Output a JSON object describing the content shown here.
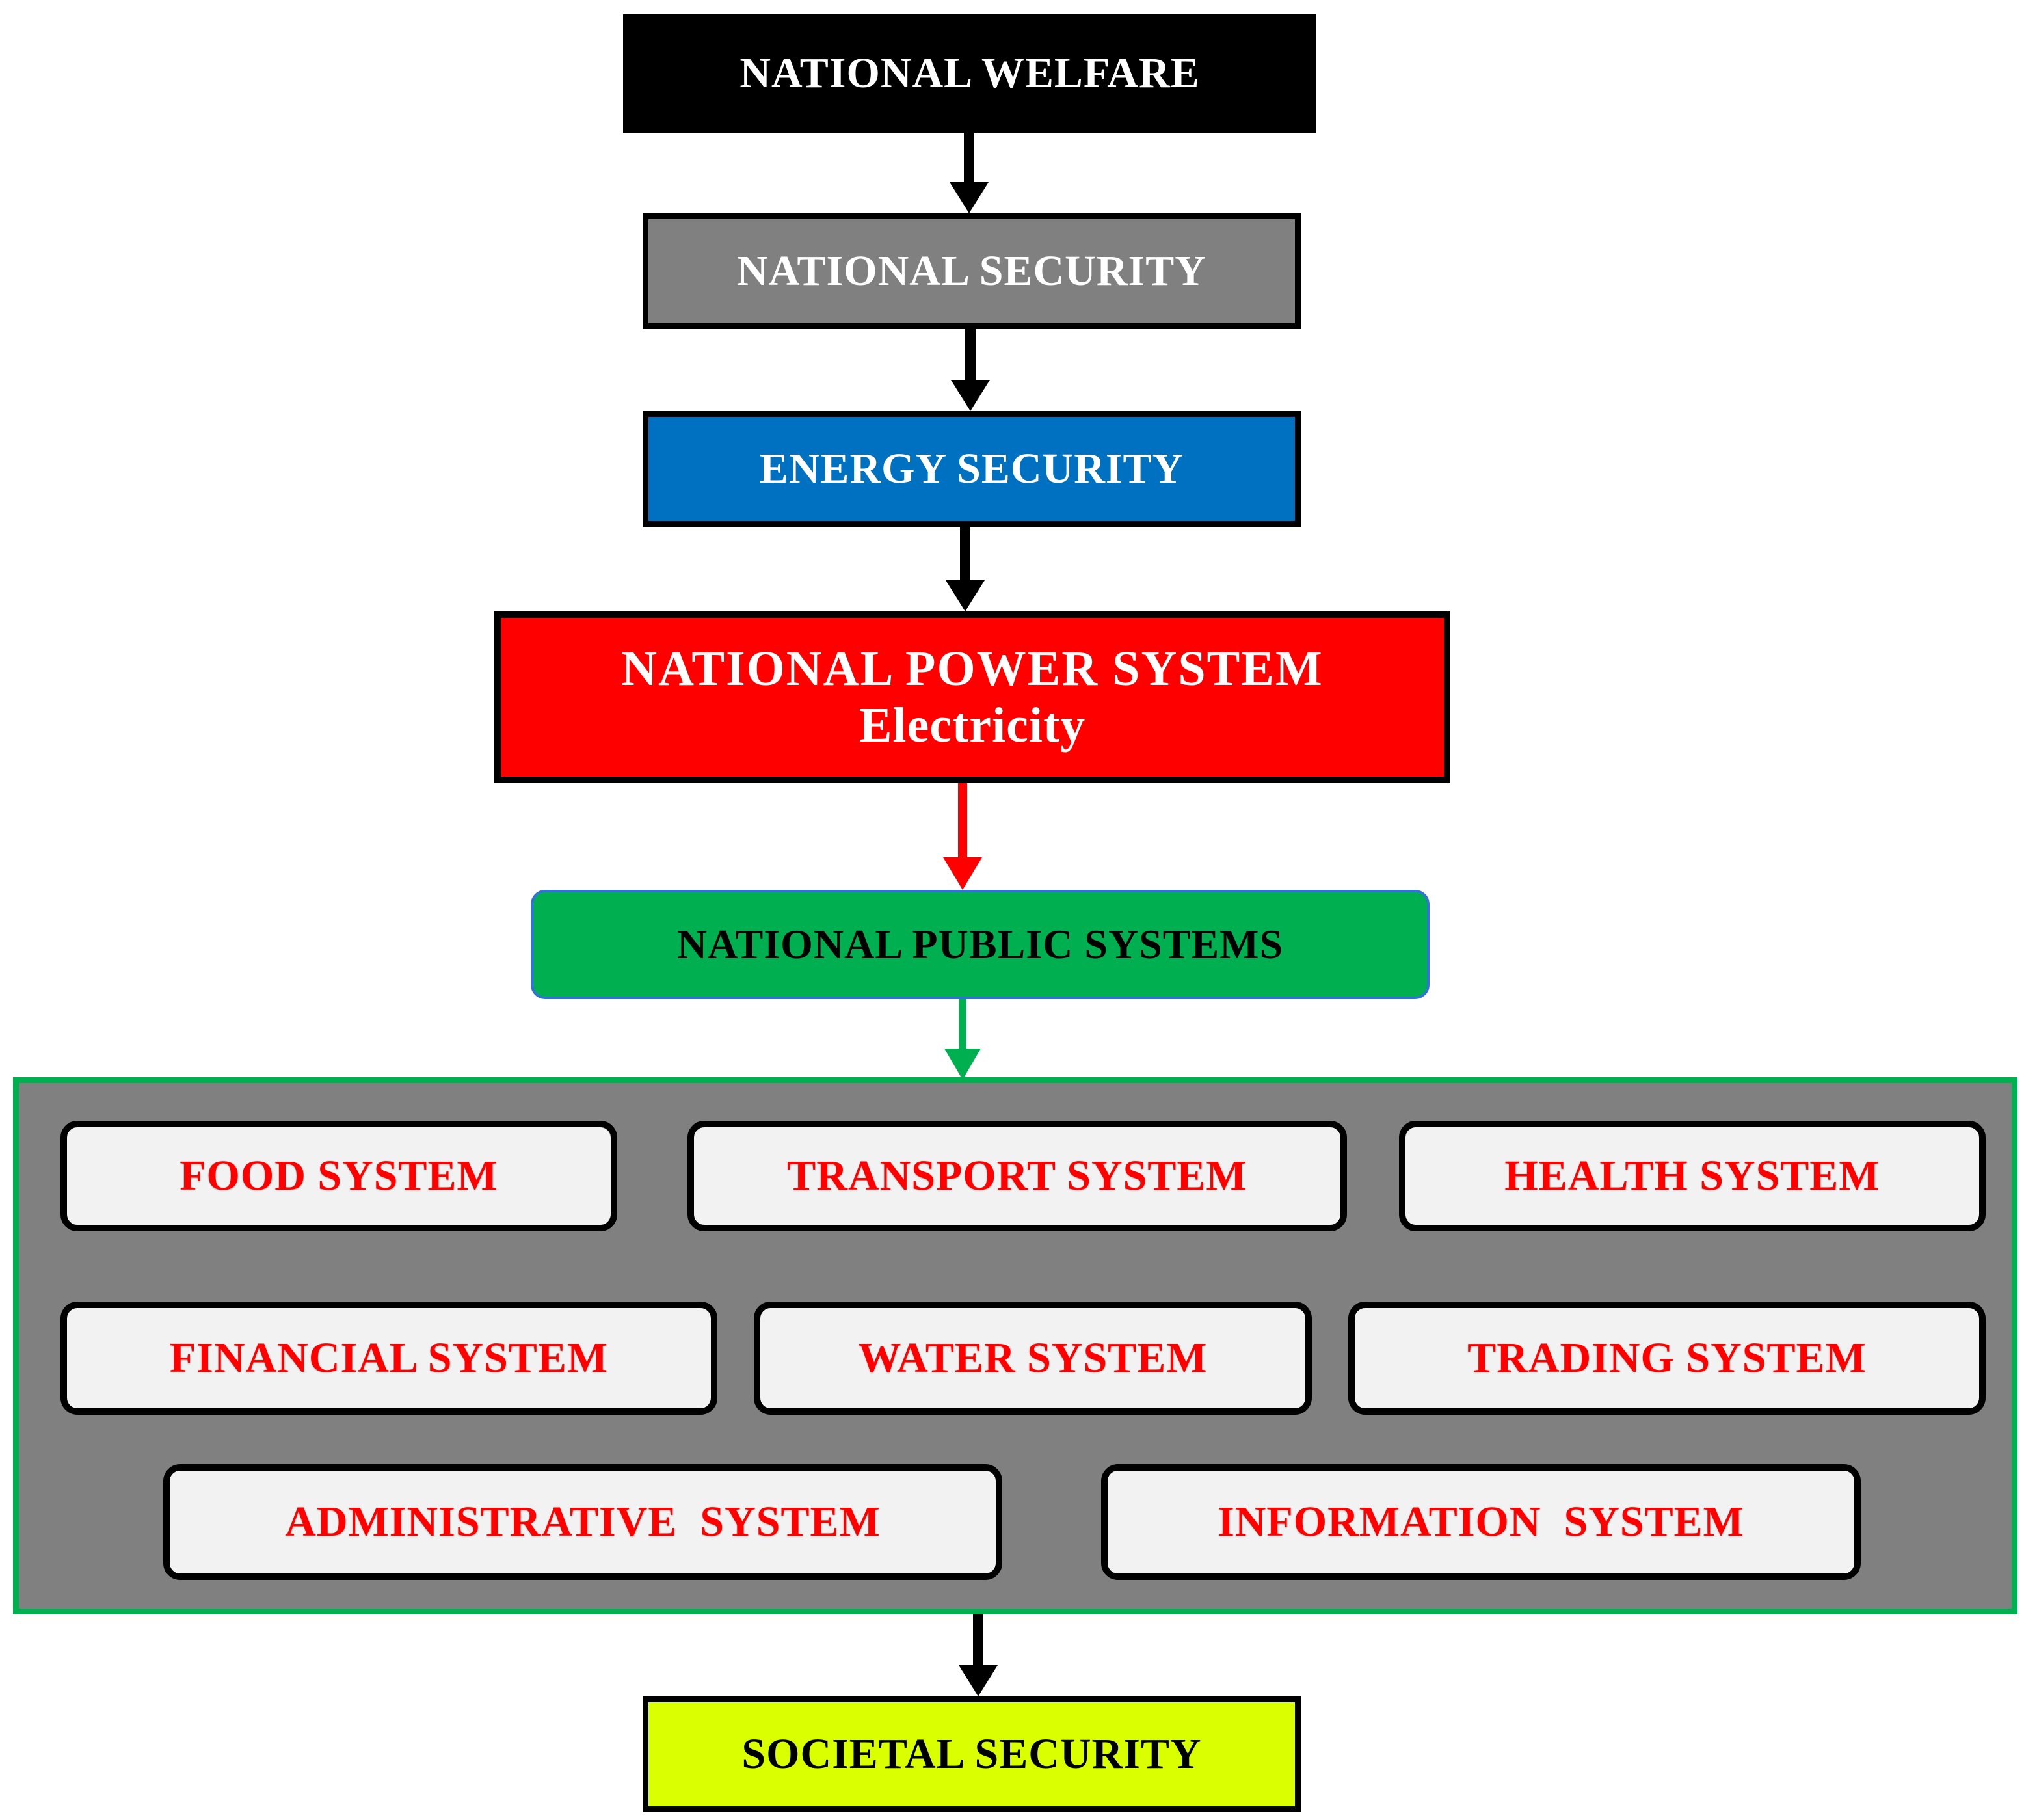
{
  "nodes": {
    "national_welfare": "NATIONAL WELFARE",
    "national_security": "NATIONAL SECURITY",
    "energy_security": "ENERGY SECURITY",
    "power_system": {
      "title": "NATIONAL POWER SYSTEM",
      "subtitle": "Electricity"
    },
    "public_systems": "NATIONAL PUBLIC SYSTEMS",
    "societal_security": "SOCIETAL SECURITY"
  },
  "systems": [
    "FOOD SYSTEM",
    "TRANSPORT SYSTEM",
    "HEALTH SYSTEM",
    "FINANCIAL SYSTEM",
    "WATER SYSTEM",
    "TRADING SYSTEM",
    "ADMINISTRATIVE  SYSTEM",
    "INFORMATION  SYSTEM"
  ],
  "colors": {
    "welfare": "#000000",
    "national_security": "#808080",
    "energy_security": "#0070c0",
    "power_system": "#ff0000",
    "public_systems": "#00b050",
    "societal_security": "#d9ff00",
    "panel_fill": "#808080",
    "panel_border": "#00b050",
    "system_text": "#ff0000"
  }
}
